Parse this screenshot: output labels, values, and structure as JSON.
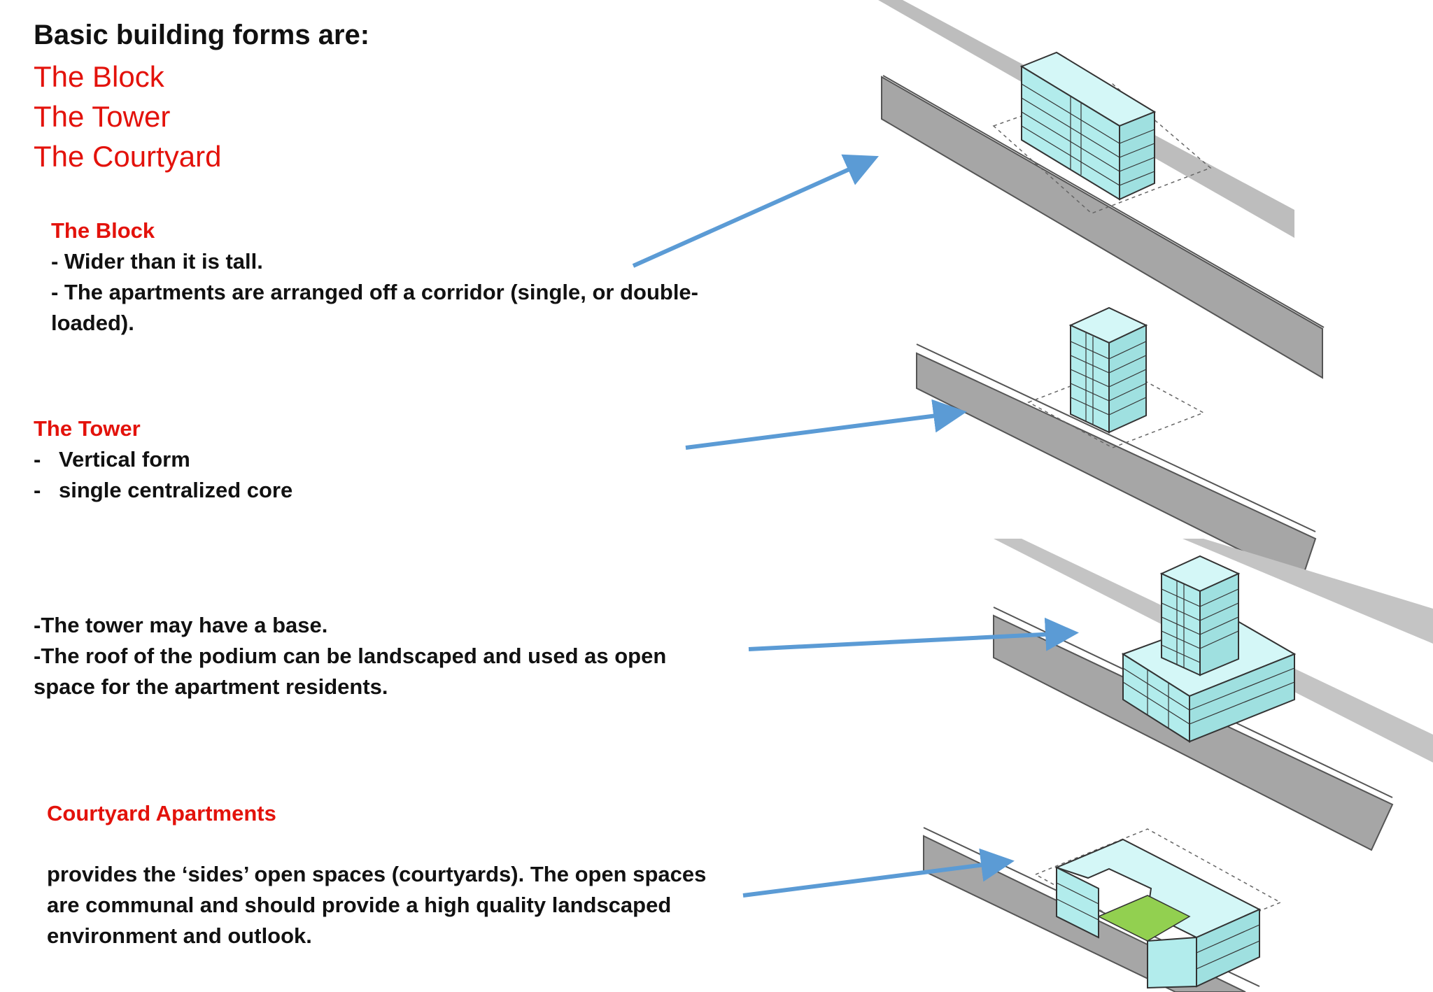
{
  "heading": "Basic building forms are:",
  "forms": [
    "The Block",
    "The Tower",
    "The Courtyard"
  ],
  "block": {
    "title": "The Block",
    "lines": [
      "- Wider than it is tall.",
      "- The apartments are arranged off a corridor (single, or double-",
      "loaded)."
    ]
  },
  "tower": {
    "title": "The Tower",
    "items": [
      {
        "dash": "-",
        "text": "Vertical form"
      },
      {
        "dash": "-",
        "text": "single centralized core"
      }
    ]
  },
  "podium": {
    "lines": [
      "-The tower may have a base.",
      "-The roof of the podium can be landscaped and used as open",
      "space for the apartment residents."
    ]
  },
  "courtyard": {
    "title": "Courtyard Apartments",
    "lines": [
      "provides the ‘sides’ open spaces (courtyards). The open spaces",
      "are communal and should provide a high quality landscaped",
      "environment and outlook."
    ]
  },
  "colors": {
    "heading_red": "#e3120b",
    "arrow_blue": "#5b9bd5",
    "building_fill": "#bfeff0",
    "road_gray": "#a6a6a6",
    "courtyard_green": "#92d050"
  }
}
